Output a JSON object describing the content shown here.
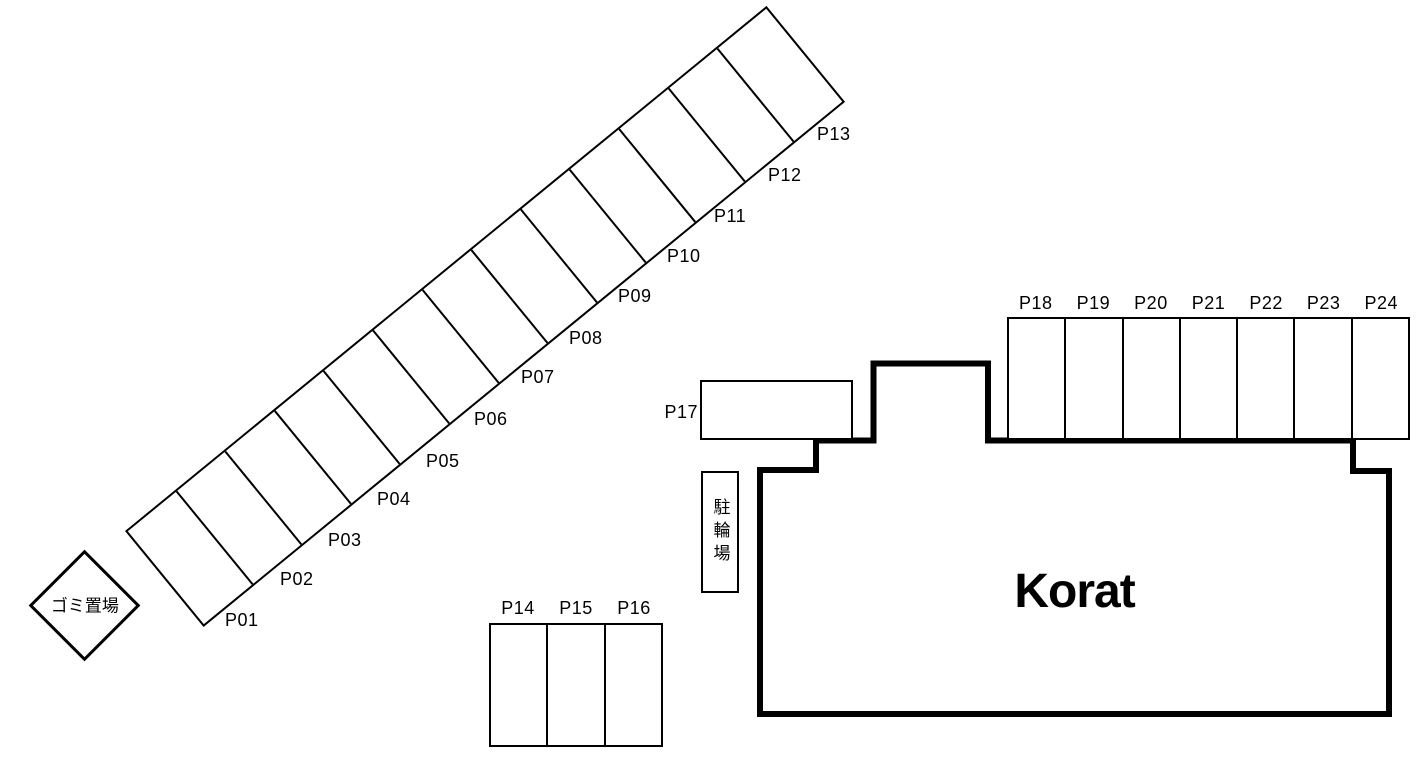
{
  "building": {
    "name": "Korat"
  },
  "trash_area": {
    "label": "ゴミ置場"
  },
  "bicycle_area": {
    "label": "駐輪場"
  },
  "diagonal_row": {
    "spaces": [
      "P01",
      "P02",
      "P03",
      "P04",
      "P05",
      "P06",
      "P07",
      "P08",
      "P09",
      "P10",
      "P11",
      "P12",
      "P13"
    ]
  },
  "middle_block": {
    "spaces": [
      "P14",
      "P15",
      "P16"
    ]
  },
  "single_space": {
    "label": "P17"
  },
  "top_row": {
    "spaces": [
      "P18",
      "P19",
      "P20",
      "P21",
      "P22",
      "P23",
      "P24"
    ]
  },
  "colors": {
    "line": "#000000",
    "background": "#ffffff"
  }
}
